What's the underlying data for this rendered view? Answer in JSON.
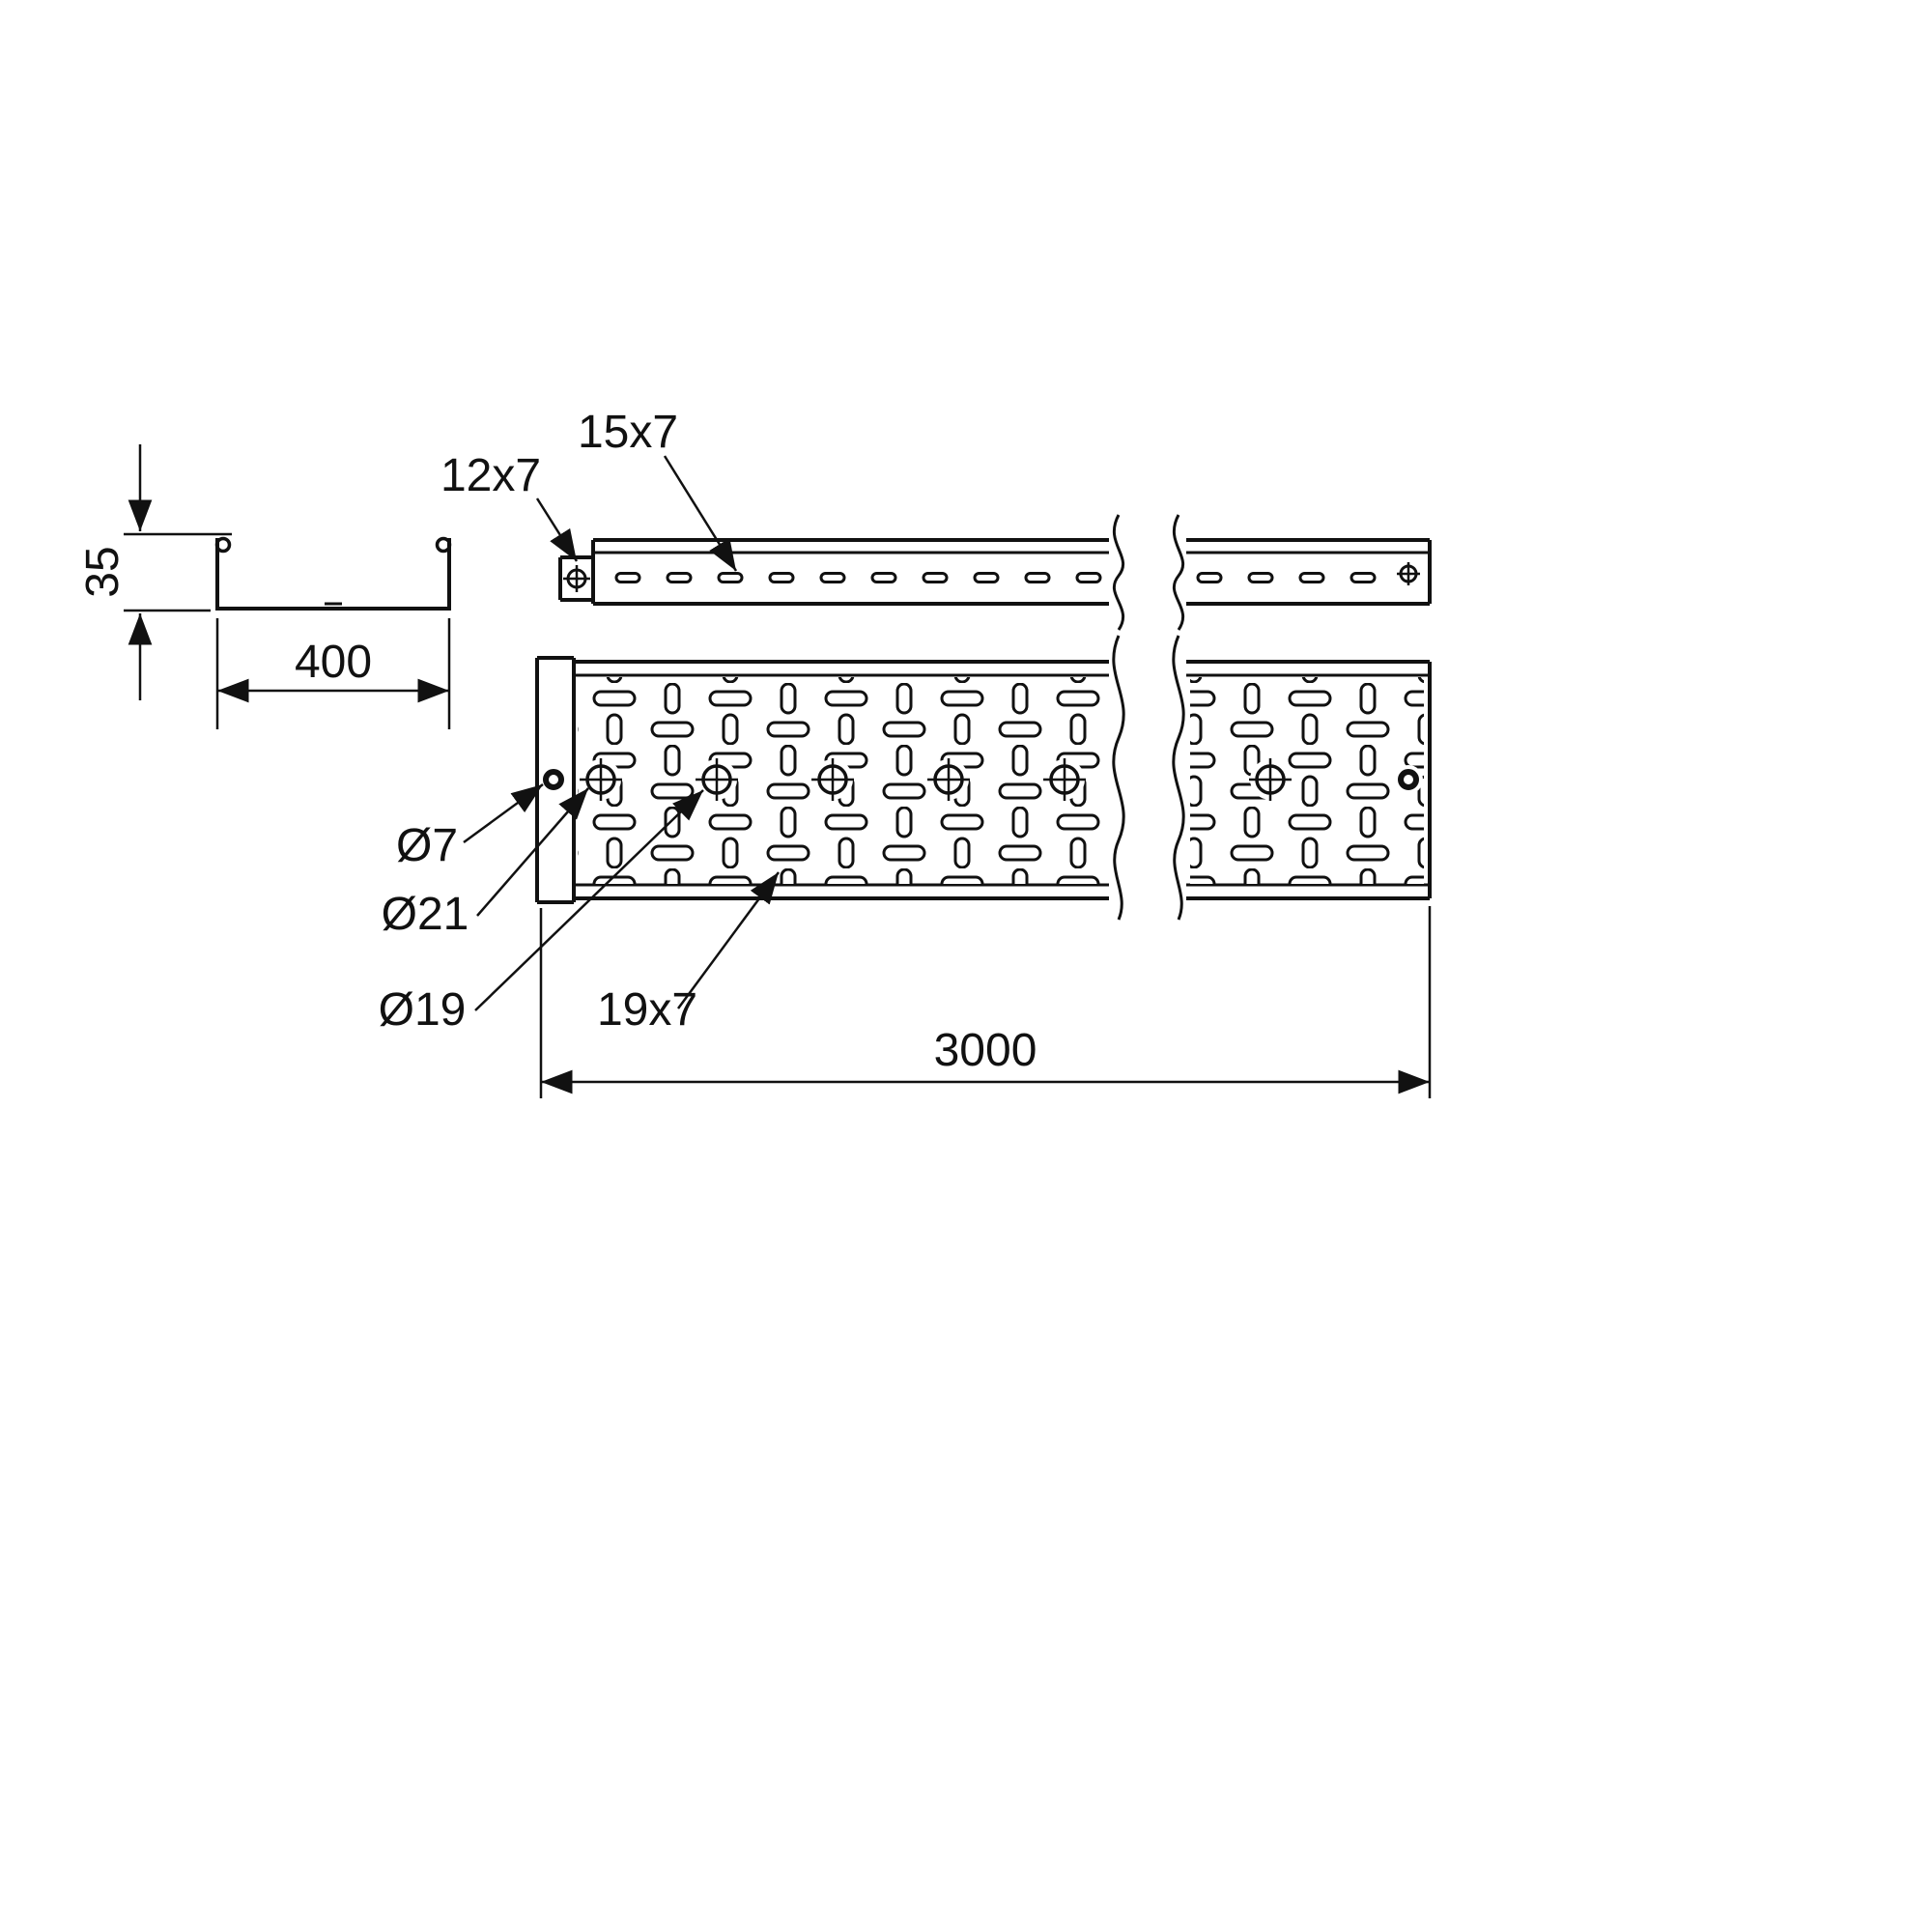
{
  "meta": {
    "drawing_type": "technical dimension drawing of perforated cable tray",
    "background_color": "#ffffff",
    "line_color": "#111111"
  },
  "cross_section": {
    "height_label": "35",
    "width_label": "400"
  },
  "side_view": {
    "connector_slot_label": "12x7",
    "rail_slot_label": "15x7"
  },
  "plan_view": {
    "end_hole_label": "Ø7",
    "large_hole_label": "Ø21",
    "center_hole_label": "Ø19",
    "tray_slot_label": "19x7"
  },
  "length_dimension": {
    "value_label": "3000"
  }
}
